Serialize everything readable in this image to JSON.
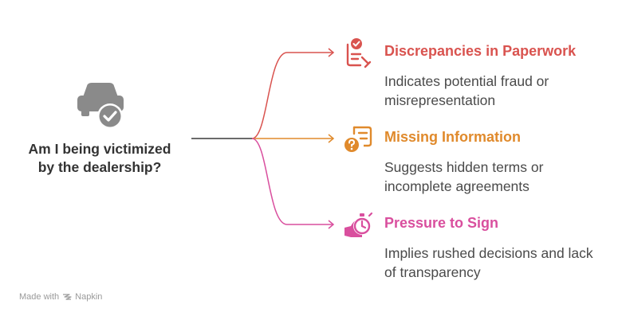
{
  "question": {
    "line1": "Am I being victimized",
    "line2": "by the dealership?"
  },
  "branches": [
    {
      "title": "Discrepancies in Paperwork",
      "description": "Indicates potential fraud or misrepresentation",
      "color": "#d9534f",
      "icon": "document-check-icon"
    },
    {
      "title": "Missing Information",
      "description": "Suggests hidden terms or incomplete agreements",
      "color": "#e08a2c",
      "icon": "document-question-icon"
    },
    {
      "title": "Pressure to Sign",
      "description": "Implies rushed decisions and lack of transparency",
      "color": "#d94f9e",
      "icon": "hand-stopwatch-icon"
    }
  ],
  "watermark": {
    "made_with": "Made with",
    "brand": "Napkin"
  },
  "colors": {
    "root_icon": "#8a8a8a",
    "stem": "#3a3a3a"
  }
}
